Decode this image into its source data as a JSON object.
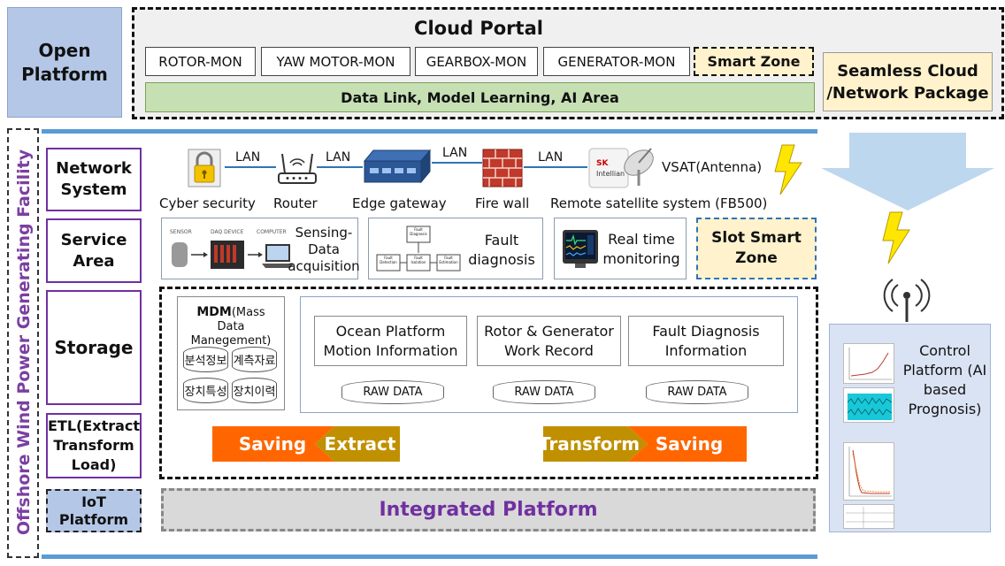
{
  "open_platform": "Open Platform",
  "cloud_portal": {
    "title": "Cloud Portal",
    "monitors": [
      "ROTOR-MON",
      "YAW MOTOR-MON",
      "GEARBOX-MON",
      "GENERATOR-MON"
    ],
    "smart_zone": "Smart Zone",
    "data_link": "Data Link, Model Learning, AI Area"
  },
  "seamless": "Seamless Cloud /Network Package",
  "facility_label": "Offshore Wind Power Generating Facility",
  "categories": {
    "network": "Network System",
    "service": "Service Area",
    "storage": "Storage",
    "etl": "ETL(Extract Transform Load)",
    "iot": "IoT Platform"
  },
  "network": {
    "lan": "LAN",
    "devices": [
      "Cyber security",
      "Router",
      "Edge gateway",
      "Fire wall",
      "Remote satellite system (FB500)"
    ],
    "antenna": "VSAT(Antenna)",
    "sat_brand": "Intellian",
    "sat_brand2": "SK"
  },
  "service": {
    "sensing": "Sensing-Data acquisition",
    "sensing_tags": [
      "SENSOR",
      "DAQ DEVICE",
      "COMPUTER"
    ],
    "fault": "Fault diagnosis",
    "fault_tree": [
      "Fault Diagnosis",
      "Fault Detection",
      "Fault Isolation",
      "Fault Estimation"
    ],
    "realtime": "Real time monitoring",
    "slot": "Slot Smart Zone"
  },
  "storage": {
    "mdm_bold": "MDM",
    "mdm_rest": "(Mass Data Manegement)",
    "db": [
      "분석정보",
      "계측자료",
      "장치특성",
      "장치이력"
    ],
    "info": [
      "Ocean Platform Motion Information",
      "Rotor & Generator Work Record",
      "Fault Diagnosis Information"
    ],
    "raw": "RAW DATA"
  },
  "etl": {
    "saving": "Saving",
    "extract": "Extract",
    "transform": "Transform"
  },
  "integrated": "Integrated Platform",
  "control": "Control Platform (AI based Prognosis)",
  "colors": {
    "purple": "#7030a0",
    "blue_bar": "#5b9bd5",
    "orange": "#ff6600",
    "olive": "#c09000",
    "lightning": "#ffe600"
  }
}
